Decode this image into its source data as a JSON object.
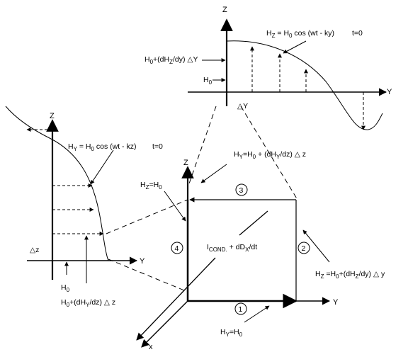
{
  "top_plot": {
    "axis_z": "Z",
    "axis_y": "Y",
    "equation": "H",
    "eq_sub1": "Z",
    "eq_rest1": " = H",
    "eq_sub2": "0",
    "eq_rest2": " cos (wt - ky)",
    "time": "t=0",
    "h0": "H",
    "h0_sub": "0",
    "h_plus_a": "H",
    "h_plus_sub": "0",
    "h_plus_b": "+(dH",
    "h_plus_sub2": "Z",
    "h_plus_c": "/dy) △Y",
    "delta_y": "△Y"
  },
  "left_plot": {
    "axis_z": "Z",
    "axis_y": "Y",
    "equation": "H",
    "eq_sub1": "Y",
    "eq_rest1": " = H",
    "eq_sub2": "0",
    "eq_rest2": " cos (wt - kz)",
    "time": "t=0",
    "delta_z": "△z",
    "h0": "H",
    "h0_sub": "0",
    "h_plus_a": "H",
    "h_plus_sub": "0",
    "h_plus_b": "+(dH",
    "h_plus_sub2": "Y",
    "h_plus_c": "/dz) △ z"
  },
  "main_plot": {
    "axis_z": "Z",
    "axis_y": "Y",
    "axis_x": "x",
    "side3_a": "H",
    "side3_sub1": "Y",
    "side3_b": "=H",
    "side3_sub2": "0",
    "side3_c": " + (dH",
    "side3_sub3": "Y",
    "side3_d": "/dz) △ z",
    "side4_a": "H",
    "side4_sub1": "Z",
    "side4_b": "=H",
    "side4_sub2": "0",
    "side2_a": "H",
    "side2_sub1": "Z",
    "side2_b": " =H",
    "side2_sub2": "0",
    "side2_c": "+(dH",
    "side2_sub3": "Z",
    "side2_d": "/dy) △ y",
    "side1_a": "H",
    "side1_sub1": "Y",
    "side1_b": "=H",
    "side1_sub2": "0",
    "current_a": "I",
    "current_sub": "COND.",
    "current_b": " + dD",
    "current_sub2": "X",
    "current_c": "/dt",
    "n1": "1",
    "n2": "2",
    "n3": "3",
    "n4": "4"
  }
}
